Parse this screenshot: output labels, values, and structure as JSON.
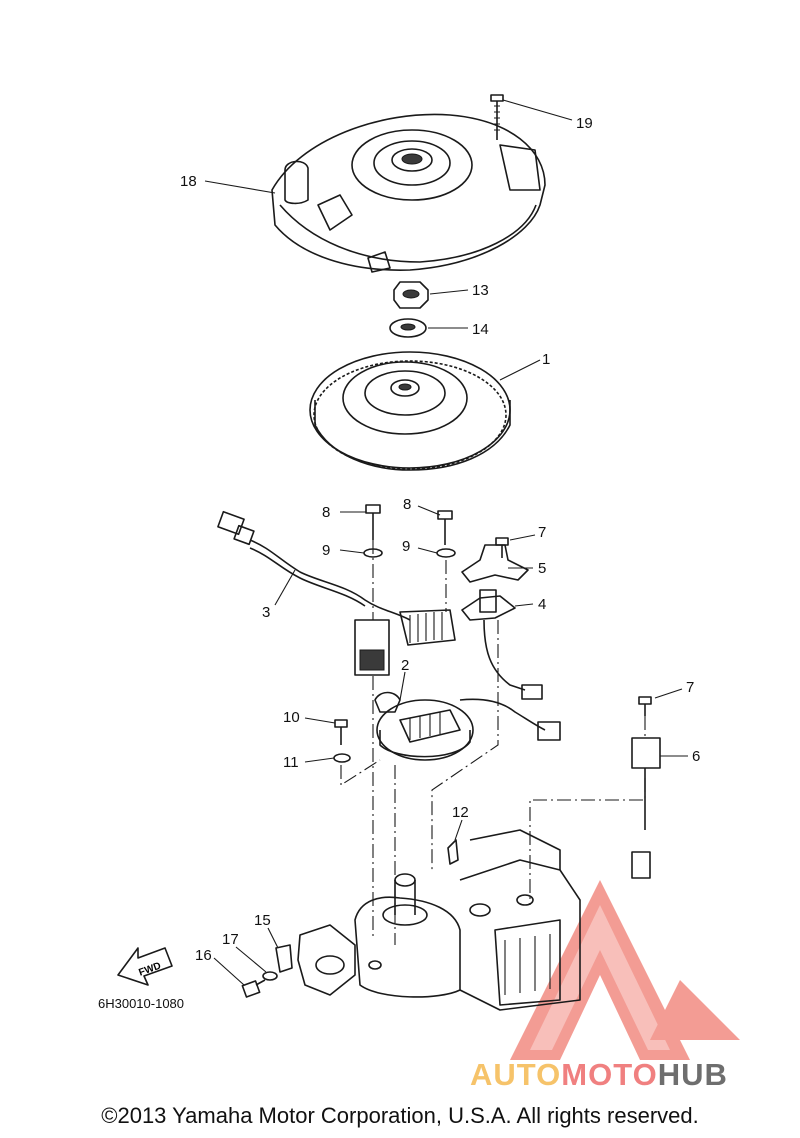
{
  "diagram": {
    "part_code": "6H30010-1080",
    "fwd_label": "FWD",
    "copyright": "©2013 Yamaha Motor Corporation, U.S.A. All rights reserved.",
    "callouts": [
      "19",
      "18",
      "13",
      "14",
      "1",
      "8",
      "8",
      "9",
      "9",
      "7",
      "5",
      "4",
      "3",
      "2",
      "10",
      "11",
      "7",
      "6",
      "12",
      "15",
      "17",
      "16"
    ]
  },
  "watermark": {
    "text_a": "AUTO",
    "text_b": "MOTO",
    "text_c": "HUB",
    "color_a": "#f6c36a",
    "color_b": "#f08080",
    "color_c": "#6e6e6e",
    "triangle_color": "#f28b82"
  }
}
